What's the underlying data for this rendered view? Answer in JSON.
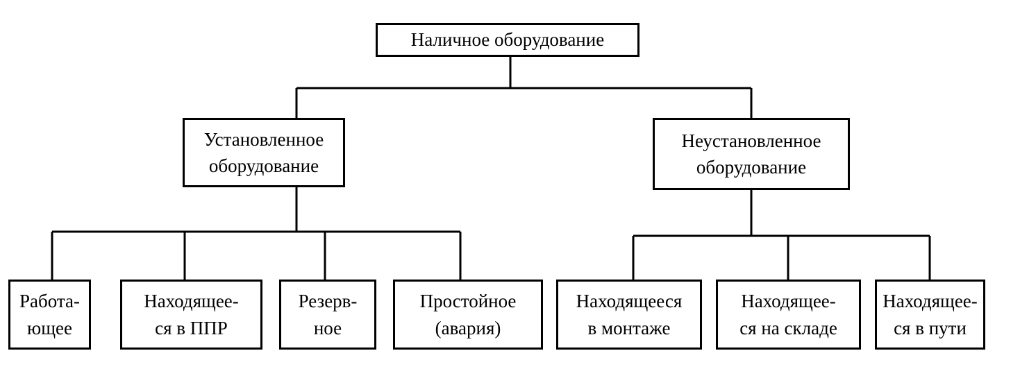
{
  "diagram": {
    "root": {
      "label": "Наличное оборудование"
    },
    "installed": {
      "label": "Установленное\nоборудование"
    },
    "uninstalled": {
      "label": "Неустановленное\nоборудование"
    },
    "working": {
      "label": "Работа-\nющее"
    },
    "in_repair": {
      "label": "Находящее-\nся в ППР"
    },
    "reserve": {
      "label": "Резерв-\nное"
    },
    "idle": {
      "label": "Простойное\n(авария)"
    },
    "in_assembly": {
      "label": "Находящееся\nв монтаже"
    },
    "in_warehouse": {
      "label": "Находящее-\nся на складе"
    },
    "in_transit": {
      "label": "Находящее-\nся  в пути"
    }
  }
}
